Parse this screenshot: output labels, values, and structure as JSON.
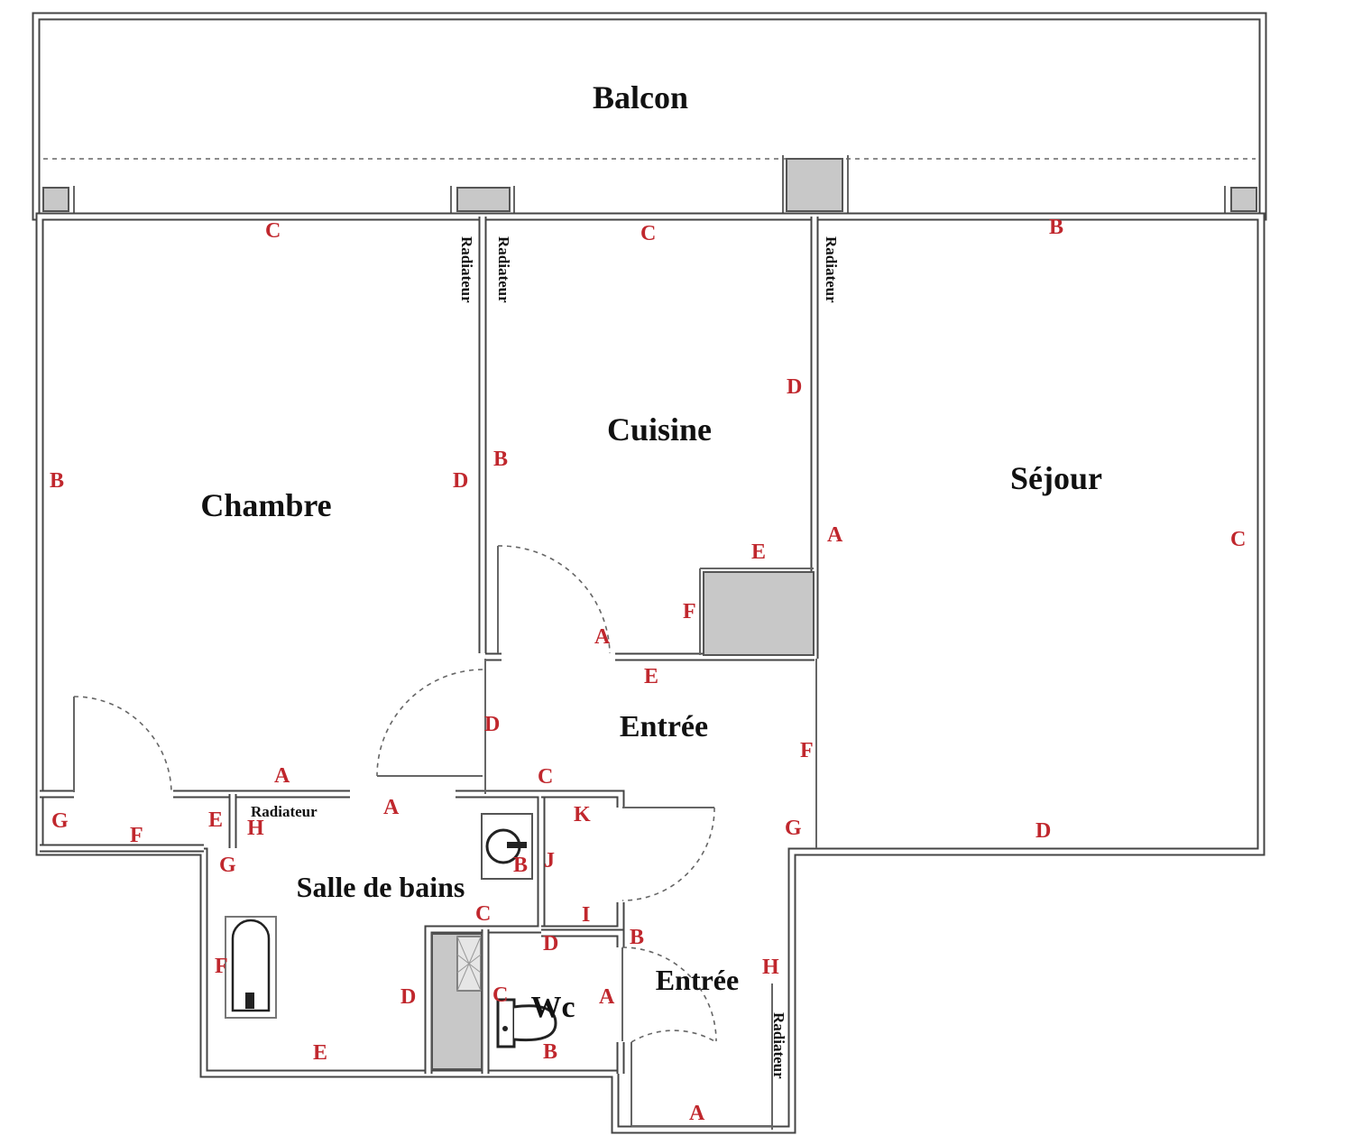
{
  "rooms": {
    "balcon": "Balcon",
    "chambre": "Chambre",
    "cuisine": "Cuisine",
    "sejour": "Séjour",
    "entree1": "Entrée",
    "salle_de_bains": "Salle de bains",
    "wc": "Wc",
    "entree2": "Entrée"
  },
  "radiateur": "Radiateur",
  "wall_letters": {
    "chambre": [
      "C",
      "B",
      "D",
      "A",
      "G",
      "F",
      "E"
    ],
    "cuisine": [
      "C",
      "B",
      "D",
      "E",
      "F",
      "A"
    ],
    "sejour": [
      "B",
      "A",
      "C",
      "D"
    ],
    "entree": [
      "E",
      "D",
      "F",
      "C",
      "G",
      "H",
      "A"
    ],
    "salle_de_bains": [
      "A",
      "H",
      "G",
      "B",
      "C",
      "F",
      "D",
      "E"
    ],
    "placard": [
      "K",
      "J",
      "I"
    ],
    "wc": [
      "D",
      "B",
      "A",
      "C",
      "B"
    ]
  },
  "colors": {
    "letters": "#c0272d",
    "fixtures": "#c8c8c8",
    "walls": "#444444"
  }
}
